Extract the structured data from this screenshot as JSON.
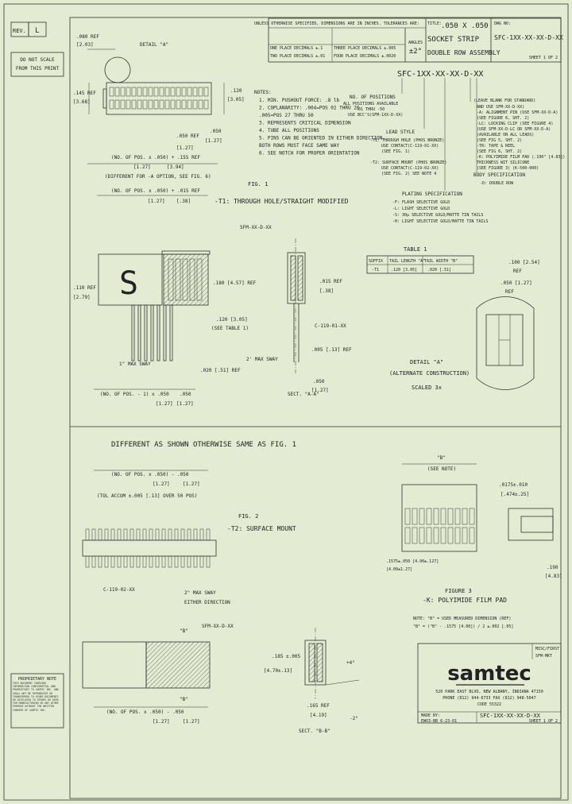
{
  "title_block": {
    "rev_label": "REV.",
    "rev_value": "L",
    "do_not_scale": [
      "DO NOT SCALE",
      "FROM THIS PRINT"
    ],
    "tolerances_header": "UNLESS OTHERWISE SPECIFIED, DIMENSIONS ARE IN INCHES. TOLERANCES ARE:",
    "tol_one_place": "ONE PLACE DECIMALS ±.1",
    "tol_two_place": "TWO PLACE DECIMALS ±.01",
    "tol_three_place": "THREE PLACE DECIMALS ±.005",
    "tol_four_place": "FOUR PLACE DECIMALS ±.0020",
    "angles_label": "ANGLES",
    "angles_value": "±2°",
    "title_label": "TITLE:",
    "title_line1": ".050 X .050",
    "title_line2": "SOCKET STRIP",
    "title_line3": "DOUBLE ROW ASSEMBLY",
    "dwg_label": "DWG NO:",
    "dwg_no": "SFC-1XX-XX-XX-D-XX",
    "sheet_top": "SHEET 1 OF 2",
    "misc_label": "MISC/FIRST",
    "misc_value": "SFM-MKT",
    "company": "samtec",
    "address1": "520 PARK EAST BLVD, NEW ALBANY, INDIANA 47150",
    "address2": "PHONE (812) 944-6733  FAX (812) 948-5047",
    "address3": "CODE 55322",
    "made_by_label": "MADE BY:",
    "made_by": "EWO3-BB 6-23-01",
    "part_no_bottom": "SFC-1XX-XX-XX-D-XX",
    "sheet_bottom": "SHEET 1 OF 2",
    "proprietary_title": "PROPRIETARY NOTE",
    "proprietary_text": "THIS DOCUMENT CONTAINS INFORMATION CONFIDENTIAL AND PROPRIETARY TO SAMTEC INC. AND SHALL NOT BE REPRODUCED OR TRANSFERRED TO OTHER DOCUMENTS OR DISCLOSED TO OTHERS OR USED FOR MANUFACTURING OR ANY OTHER PURPOSE WITHOUT THE WRITTEN CONSENT OF SAMTEC INC."
  },
  "part_number": {
    "code": "SFC-1XX-XX-XX-D-XX",
    "positions_title": "NO. OF POSITIONS",
    "positions_text": [
      "ALL POSITIONS AVAILABLE",
      "-01 THRU -50",
      "USE BCC'S(SFM-1XX-D-XX)"
    ],
    "lead_style_title": "LEAD STYLE",
    "lead_style_t1": [
      "-T1: THROUGH HOLE (PHOS BRONZE)",
      "USE CONTACT(C-119-01-XX)",
      "(SEE FIG. 1)"
    ],
    "lead_style_t2": [
      "-T2: SURFACE MOUNT (PHOS BRONZE)",
      "USE CONTACT(C-119-02-XX)",
      "(SEE FIG. 2) SEE NOTE 4"
    ],
    "plating_title": "PLATING SPECIFICATION",
    "plating_items": [
      "-F: FLASH SELECTIVE GOLD",
      "-L: LIGHT SELECTIVE GOLD",
      "-S: 30μ SELECTIVE GOLD/MATTE TIN TAILS",
      "-H: LIGHT SELECTIVE GOLD/MATTE TIN TAILS"
    ],
    "options_title": "(LEAVE BLANK FOR STANDARD)",
    "options_items": [
      "AND USE SFM-XX-D-XX)",
      "-A: ALIGNMENT PIN (USE SFM-XX-D-A)",
      "(SEE FIGURE 6, SHT. 2)",
      "-LC: LOCKING CLIP (SEE FIGURE 4)",
      "(USE SFM-XX-D-LC OR SFM-XX-D-A)",
      "(AVAILABLE ON ALL LEADS)",
      "(SEE FIG 5, SHT. 2)",
      "-TR: TAPE & REEL",
      "(SEE FIG 6, SHT. 2)",
      "-K: POLYIMIDE FILM PAD (.190\" [4.83])",
      "THICKNESS WIT SILICONE",
      "(SEE FIGURE 3) (K-500-000)"
    ],
    "body_spec_title": "BODY SPECIFICATION",
    "body_spec_item": "-D: DOUBLE ROW"
  },
  "notes": {
    "title": "NOTES:",
    "items": [
      "1. MIN. PUSHOUT FORCE: .8 lb",
      "2. COPLANARITY: .004=POS 02 THRU 26",
      "   .005=POS 27 THRU 50",
      "3.  REPRESENTS CRITICAL DIMENSION",
      "4. TUBE ALL POSITIONS",
      "5. PINS CAN BE ORIENTED IN EITHER DIRECTION.",
      "   BOTH ROWS MUST FACE SAME WAY",
      "6. SEE NOTCH FOR PROPER ORIENTATION"
    ]
  },
  "top_view": {
    "dim_080": ".080 REF",
    "dim_080_mm": "[2.03]",
    "detail_a": "DETAIL \"A\"",
    "dim_145": ".145 REF",
    "dim_145_mm": "[3.68]",
    "dim_120": ".120",
    "dim_120_mm": "[3.05]",
    "dim_050a": ".050 REF",
    "dim_050b": ".050",
    "dim_050_mm": "[1.27]"
  },
  "fig1": {
    "width_formula": "(NO. OF POS. x .050) + .155 REF",
    "width_mm": "[1.27]",
    "width_mm2": "[3.94]",
    "diff_note": "(DIFFERENT FOR -A OPTION, SEE FIG. 6)",
    "width_formula2": "(NO. OF POS. x .050) + .015 REF",
    "width2_mm": "[1.27]",
    "width2_mm2": "[.38]",
    "title": "FIG. 1",
    "subtitle": "-T1: THROUGH HOLE/STRAIGHT MODIFIED",
    "part_sfm": "SFM-XX-D-XX",
    "dim_110": ".110 REF",
    "dim_110_mm": "[2.79]",
    "dim_180": ".180 [4.57] REF",
    "dim_120": ".120 [3.05]",
    "see_table": "(SEE TABLE 1)",
    "sway": "1\" MAX SWAY",
    "dim_020": ".020 [.51] REF",
    "pos_formula": "(NO. OF POS. - 1) x .050",
    "pos_mm": "[1.27]",
    "pos_end": ".050",
    "pos_end_mm": "[1.27]",
    "sect_dim_015": ".015 REF",
    "sect_dim_015_mm": "[.38]",
    "contact": "C-119-01-XX",
    "sway2": "2' MAX SWAY",
    "dim_005": ".005 [.13] REF",
    "dim_050": ".050",
    "dim_050_mm": "[1.27]",
    "section": "SECT. \"A-A\""
  },
  "table1": {
    "title": "TABLE 1",
    "headers": [
      "SUFFIX",
      "TAIL LENGTH \"A\"",
      "TAIL WIDTH \"B\""
    ],
    "rows": [
      [
        "-T1",
        ".120 [3.05]",
        ".020 [.51]"
      ]
    ]
  },
  "detail_a": {
    "dim_100": ".100 [2.54]",
    "ref1": "REF",
    "dim_050": ".050 [1.27]",
    "ref2": "REF",
    "title": "DETAIL \"A\"",
    "subtitle": "(ALTERNATE CONSTRUCTION)",
    "scale": "SCALED 3x"
  },
  "fig2": {
    "banner": "DIFFERENT AS SHOWN OTHERWISE SAME AS FIG. 1",
    "pos_formula": "(NO. OF POS. x .050) - .050",
    "pos_mm": "[1.27]",
    "pos_mm2": "[1.27]",
    "tol_accum": "(TOL ACCUM ±.005 [.13] OVER 50 POS)",
    "title": "FIG. 2",
    "subtitle": "-T2: SURFACE MOUNT",
    "contact": "C-119-02-XX",
    "sway": "2\" MAX SWAY",
    "sway_dir": "EITHER DIRECTION",
    "part_sfm": "SFM-XX-D-XX",
    "dim_b": "\"B\"",
    "dim_b2": "\"B\"",
    "pos_formula2": "(NO. OF POS. x .050) - .050",
    "pos2_mm": "[1.27]",
    "pos2_mm2": "[1.27]",
    "dim_185": ".185 ±.005",
    "dim_470": "[4.70±.13]",
    "dim_165": ".165 REF",
    "dim_165_mm": "[4.19]",
    "angle_pos": "+4°",
    "angle_neg": "-2°",
    "section": "SECT. \"B-B\""
  },
  "fig3": {
    "dim_b": "\"B\"",
    "see_note": "(SEE NOTE)",
    "dim_0175": ".0175±.010",
    "dim_0175_mm": "[.474±.25]",
    "dim_1575": ".1575±.050 [4.00±.127]",
    "dim_1575b": "[4.00±1.27]",
    "dim_190": ".190",
    "dim_190_mm": "[4.83]",
    "title": "FIGURE 3",
    "subtitle": "-K: POLYIMIDE FILM PAD",
    "note_line1": "NOTE: \"B\" = USED MEASURED DIMENSION (REF)",
    "note_line2": "\"B\" = (\"B\" - .1575 [4.00]) / 2 ±.002 [.05]"
  }
}
